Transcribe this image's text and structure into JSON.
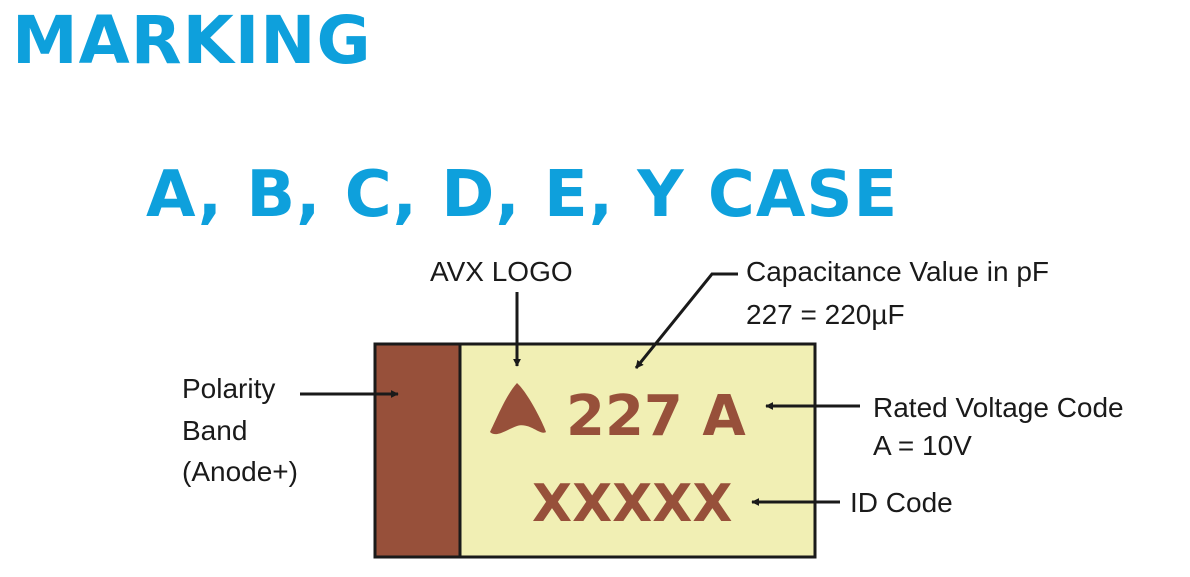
{
  "heading": {
    "title": "MARKING",
    "subtitle": "A, B, C, D, E, Y CASE"
  },
  "colors": {
    "heading": "#0ea0dc",
    "band": "#97503a",
    "body": "#f1efb4",
    "marking_text": "#97503a",
    "outline": "#1a1a1a"
  },
  "component": {
    "marking_line1": "227 A",
    "marking_line2": "XXXXX",
    "logo_icon": "avx-logo-icon"
  },
  "callouts": {
    "avx_logo": "AVX LOGO",
    "capacitance": [
      "Capacitance Value in pF",
      "227 = 220µF"
    ],
    "polarity": [
      "Polarity",
      "Band",
      "(Anode+)"
    ],
    "rated_voltage": [
      "Rated Voltage Code",
      "A = 10V"
    ],
    "id_code": "ID Code"
  }
}
